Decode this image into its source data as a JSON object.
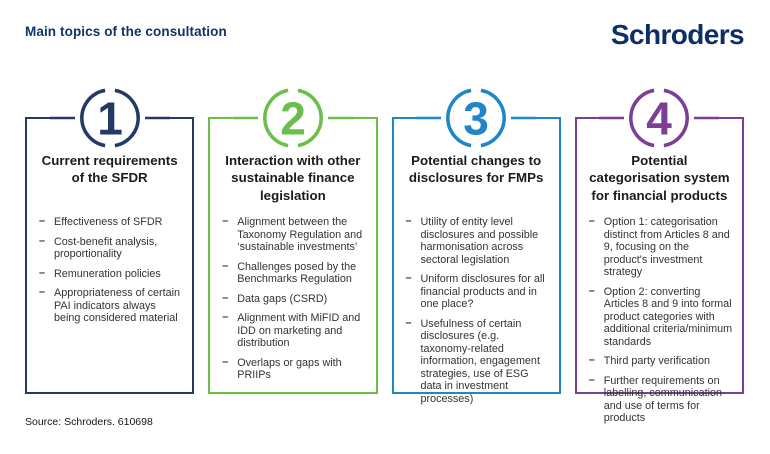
{
  "header": {
    "title": "Main topics of the consultation",
    "logo": "Schroders"
  },
  "colors": {
    "title_navy": "#123369",
    "logo_navy": "#0d2f66",
    "heading_text": "#1b1b1b",
    "body_text": "#333333"
  },
  "columns": [
    {
      "number": "1",
      "accent": "#233a64",
      "title": "Current requirements\nof the SFDR",
      "items": [
        "Effectiveness of SFDR",
        "Cost-benefit analysis, proportionality",
        "Remuneration policies",
        "Appropriateness of certain PAI indicators always being considered material"
      ]
    },
    {
      "number": "2",
      "accent": "#6bbe4b",
      "title": "Interaction with other\nsustainable finance\nlegislation",
      "items": [
        "Alignment between the Taxonomy Regulation and ‘sustainable investments’",
        "Challenges posed by the Benchmarks Regulation",
        "Data gaps (CSRD)",
        "Alignment with MiFID and IDD on marketing and distribution",
        "Overlaps or gaps with PRIIPs"
      ]
    },
    {
      "number": "3",
      "accent": "#2186c8",
      "title": "Potential changes to\ndisclosures for FMPs",
      "items": [
        "Utility of entity level disclosures and possible harmonisation across sectoral legislation",
        "Uniform disclosures for all financial products and in one place?",
        "Usefulness of certain disclosures (e.g. taxonomy-related information, engagement strategies, use of ESG data in investment processes)"
      ]
    },
    {
      "number": "4",
      "accent": "#7b3f98",
      "title": "Potential\ncategorisation system\nfor financial products",
      "items": [
        "Option 1: categorisation distinct from Articles 8 and 9, focusing on the product's investment strategy",
        "Option 2: converting Articles 8 and 9 into formal product categories with additional criteria/minimum standards",
        "Third party verification",
        "Further requirements on labelling, communication and use of terms for products"
      ]
    }
  ],
  "footer": {
    "source": "Source: Schroders. 610698"
  }
}
